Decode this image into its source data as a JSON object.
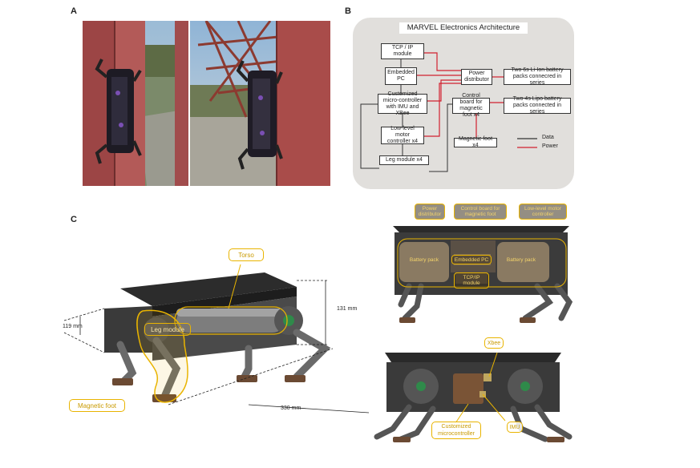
{
  "panels": {
    "a": "A",
    "b": "B",
    "c": "C"
  },
  "architecture": {
    "title": "MARVEL Electronics Architecture",
    "boxes": {
      "tcp": "TCP / IP module",
      "embedded": "Embedded PC",
      "power": "Power distributor",
      "liion": "Two 6s Li-Ion battery packs connecred in series",
      "micro": "Customized micro-controller with IMU and XBee",
      "control": "Control board for magnetic foot x4",
      "lipo": "Two 4s Lipo battery packs connected in series",
      "lowlevel": "Low-level motor controller x4",
      "magfoot": "Magnetic foot x4",
      "leg": "Leg module x4"
    },
    "legend": {
      "data": "Data",
      "power": "Power"
    },
    "colors": {
      "data": "#333333",
      "power": "#d1202f"
    }
  },
  "robot": {
    "labels": {
      "torso": "Torso",
      "leg_module": "Leg module",
      "magnetic_foot": "Magnetic foot"
    },
    "dimensions": {
      "height": "131 mm",
      "width": "119 mm",
      "length": "330 mm"
    }
  },
  "top_view": {
    "labels": {
      "power_distributor": "Power distributor",
      "control_board": "Control board for magnetic foot",
      "low_level": "Low-level motor controller",
      "battery_left": "Battery pack",
      "embedded": "Embedded PC",
      "battery_right": "Battery pack",
      "tcp": "TCP/IP module"
    }
  },
  "bottom_view": {
    "labels": {
      "xbee": "Xbee",
      "micro": "Customized microcontroller",
      "imu": "IMU"
    }
  },
  "accent": "#e9b400"
}
